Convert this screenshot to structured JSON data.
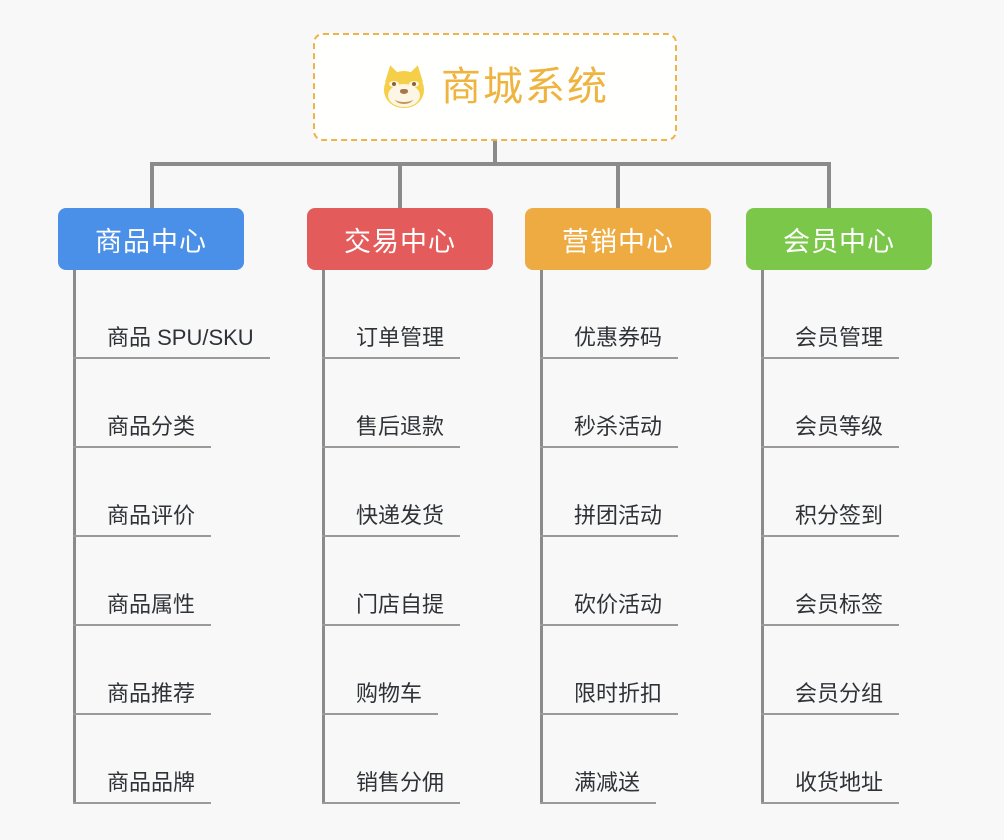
{
  "page": {
    "background_color": "#f8f8f8",
    "type": "mindmap"
  },
  "root": {
    "title": "商城系统",
    "icon": "shiba-dog-face-icon",
    "border_color": "#f0b34a",
    "text_color": "#efb33f"
  },
  "connector": {
    "color": "#8b8b8b"
  },
  "columns": [
    {
      "header": "商品中心",
      "color": "#4a90e8",
      "items": [
        "商品 SPU/SKU",
        "商品分类",
        "商品评价",
        "商品属性",
        "商品推荐",
        "商品品牌"
      ]
    },
    {
      "header": "交易中心",
      "color": "#e45b5b",
      "items": [
        "订单管理",
        "售后退款",
        "快递发货",
        "门店自提",
        "购物车",
        "销售分佣"
      ]
    },
    {
      "header": "营销中心",
      "color": "#eeab41",
      "items": [
        "优惠券码",
        "秒杀活动",
        "拼团活动",
        "砍价活动",
        "限时折扣",
        "满减送"
      ]
    },
    {
      "header": "会员中心",
      "color": "#7ac74a",
      "items": [
        "会员管理",
        "会员等级",
        "积分签到",
        "会员标签",
        "会员分组",
        "收货地址"
      ]
    }
  ]
}
